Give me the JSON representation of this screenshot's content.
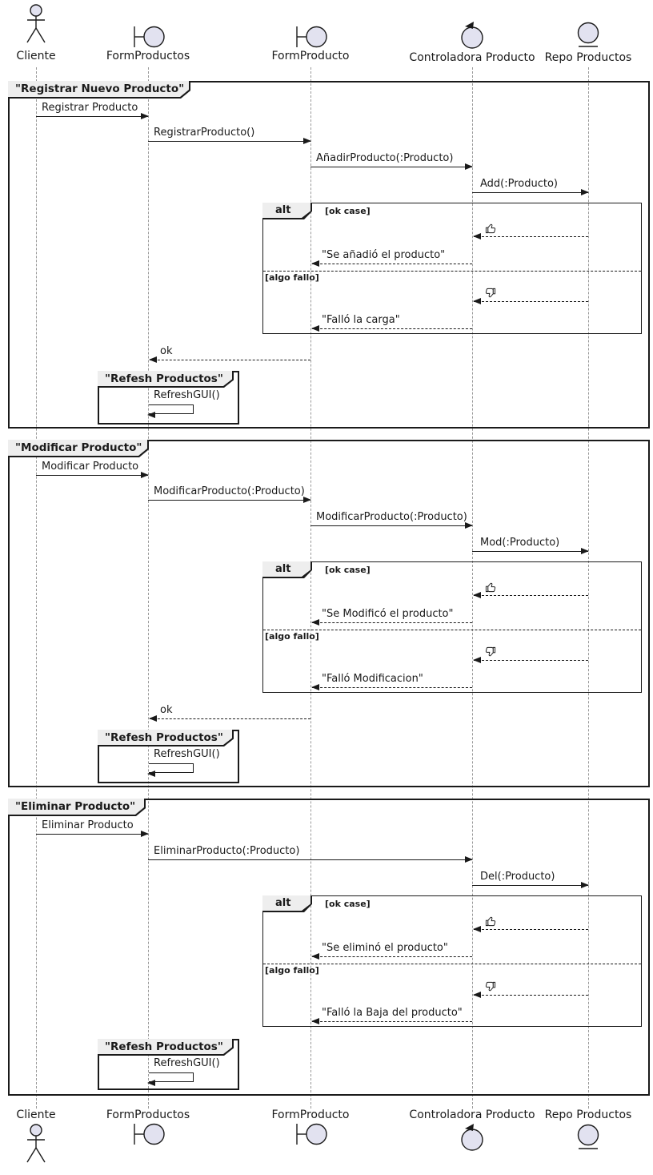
{
  "diagram_type": "uml-sequence-diagram",
  "colors": {
    "ink": "#1a1a1a",
    "participant_fill": "#E2E2F0",
    "frame_tab_fill": "#EEEEEE",
    "lifeline": "#999999",
    "background": "#FFFFFF"
  },
  "icons": {
    "ok_result": "thumbs-up-icon",
    "fail_result": "thumbs-down-icon"
  },
  "participants": [
    {
      "name": "Cliente",
      "type": "actor"
    },
    {
      "name": "FormProductos",
      "type": "boundary"
    },
    {
      "name": "FormProducto",
      "type": "boundary"
    },
    {
      "name": "Controladora Producto",
      "type": "control"
    },
    {
      "name": "Repo Productos",
      "type": "entity"
    }
  ],
  "frames": [
    {
      "title": "\"Registrar Nuevo Producto\"",
      "messages": {
        "m1": "Registrar Producto",
        "m2": "RegistrarProducto()",
        "m3": "AñadirProducto(:Producto)",
        "m4": "Add(:Producto)"
      },
      "alt": {
        "label": "alt",
        "ok_guard": "[ok case]",
        "ok_reply": "\"Se añadió el producto\"",
        "fail_guard": "[algo fallo]",
        "fail_reply": "\"Falló la carga\""
      },
      "return_label": "ok",
      "refresh": {
        "title": "\"Refesh Productos\"",
        "message": "RefreshGUI()"
      }
    },
    {
      "title": "\"Modificar Producto\"",
      "messages": {
        "m1": "Modificar Producto",
        "m2": "ModificarProducto(:Producto)",
        "m3": "ModificarProducto(:Producto)",
        "m4": "Mod(:Producto)"
      },
      "alt": {
        "label": "alt",
        "ok_guard": "[ok case]",
        "ok_reply": "\"Se Modificó el producto\"",
        "fail_guard": "[algo fallo]",
        "fail_reply": "\"Falló Modificacion\""
      },
      "return_label": "ok",
      "refresh": {
        "title": "\"Refesh Productos\"",
        "message": "RefreshGUI()"
      }
    },
    {
      "title": "\"Eliminar Producto\"",
      "messages": {
        "m1": "Eliminar Producto",
        "m2": "EliminarProducto(:Producto)",
        "m3": "Del(:Producto)"
      },
      "alt": {
        "label": "alt",
        "ok_guard": "[ok case]",
        "ok_reply": "\"Se eliminó el producto\"",
        "fail_guard": "[algo fallo]",
        "fail_reply": "\"Falló la Baja del producto\""
      },
      "refresh": {
        "title": "\"Refesh Productos\"",
        "message": "RefreshGUI()"
      }
    }
  ]
}
